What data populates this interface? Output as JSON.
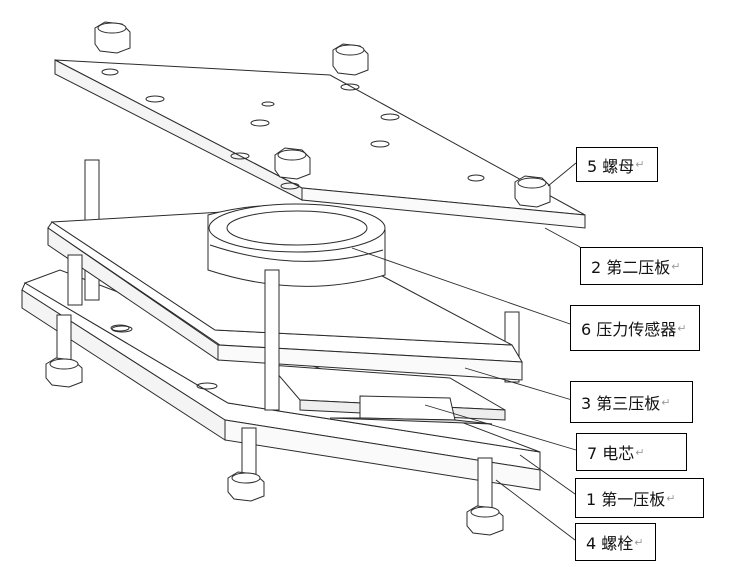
{
  "return_mark": "↵",
  "labels": [
    {
      "id": "nut",
      "text": "5 螺母"
    },
    {
      "id": "plate2",
      "text": "2 第二压板"
    },
    {
      "id": "sensor",
      "text": "6 压力传感器"
    },
    {
      "id": "plate3",
      "text": "3 第三压板"
    },
    {
      "id": "core",
      "text": "7 电芯"
    },
    {
      "id": "plate1",
      "text": "1 第一压板"
    },
    {
      "id": "bolt",
      "text": "4 螺栓"
    }
  ],
  "colors": {
    "stroke": "#2b2b2b",
    "face": "#ffffff",
    "shade": "#f2f2f2"
  }
}
